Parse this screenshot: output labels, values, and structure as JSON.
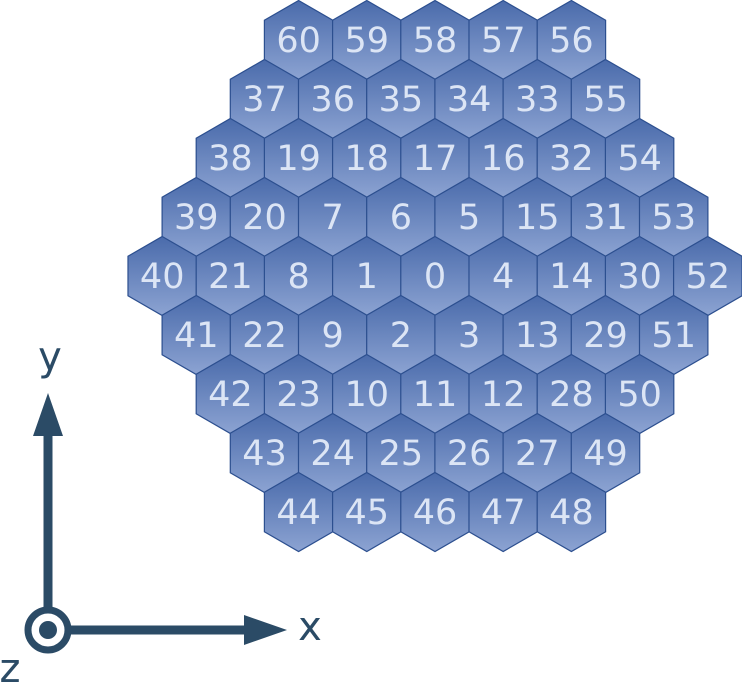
{
  "hex_grid": {
    "fill_top": "#4a6bab",
    "fill_bottom": "#8ca3d2",
    "stroke": "#2c4f8f",
    "label_color": "#dce5f5",
    "rows": [
      [
        "60",
        "59",
        "58",
        "57",
        "56"
      ],
      [
        "37",
        "36",
        "35",
        "34",
        "33",
        "55"
      ],
      [
        "38",
        "19",
        "18",
        "17",
        "16",
        "32",
        "54"
      ],
      [
        "39",
        "20",
        "7",
        "6",
        "5",
        "15",
        "31",
        "53"
      ],
      [
        "40",
        "21",
        "8",
        "1",
        "0",
        "4",
        "14",
        "30",
        "52"
      ],
      [
        "41",
        "22",
        "9",
        "2",
        "3",
        "13",
        "29",
        "51"
      ],
      [
        "42",
        "23",
        "10",
        "11",
        "12",
        "28",
        "50"
      ],
      [
        "43",
        "24",
        "25",
        "26",
        "27",
        "49"
      ],
      [
        "44",
        "45",
        "46",
        "47",
        "48"
      ]
    ]
  },
  "axes": {
    "color": "#2b4b66",
    "x_label": "x",
    "y_label": "y",
    "z_label": "z"
  }
}
